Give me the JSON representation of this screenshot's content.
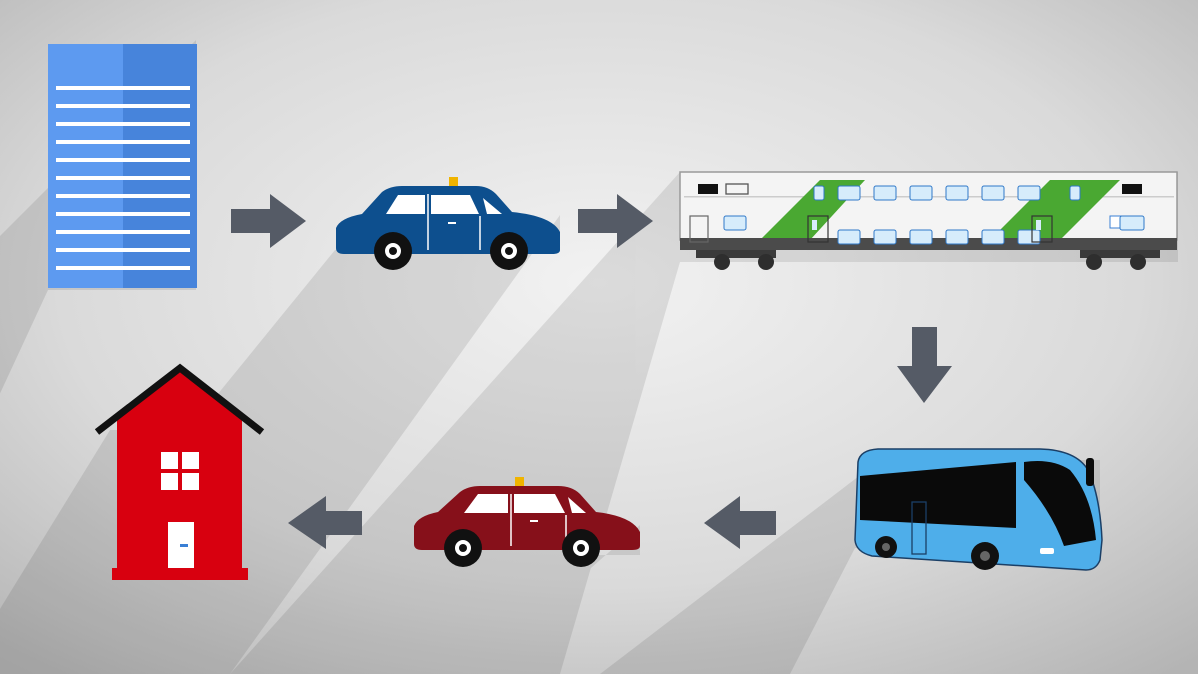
{
  "colors": {
    "background_light": "#ededed",
    "background_dark": "#bdbdbd",
    "arrow": "#555b66",
    "building": "#4a86dc",
    "taxi_1": "#0d4f8e",
    "train_accent": "#4aa832",
    "bus": "#4eaeea",
    "taxi_2": "#86101a",
    "house": "#d8000f"
  },
  "diagram": {
    "nodes": [
      {
        "id": "office-building",
        "icon": "office-building-icon"
      },
      {
        "id": "taxi-blue",
        "icon": "taxi-icon"
      },
      {
        "id": "train",
        "icon": "commuter-train-icon"
      },
      {
        "id": "bus",
        "icon": "coach-bus-icon"
      },
      {
        "id": "taxi-red",
        "icon": "taxi-icon"
      },
      {
        "id": "house",
        "icon": "house-icon"
      }
    ],
    "edges": [
      {
        "from": "office-building",
        "to": "taxi-blue",
        "direction": "right"
      },
      {
        "from": "taxi-blue",
        "to": "train",
        "direction": "right"
      },
      {
        "from": "train",
        "to": "bus",
        "direction": "down"
      },
      {
        "from": "bus",
        "to": "taxi-red",
        "direction": "left"
      },
      {
        "from": "taxi-red",
        "to": "house",
        "direction": "left"
      }
    ]
  }
}
